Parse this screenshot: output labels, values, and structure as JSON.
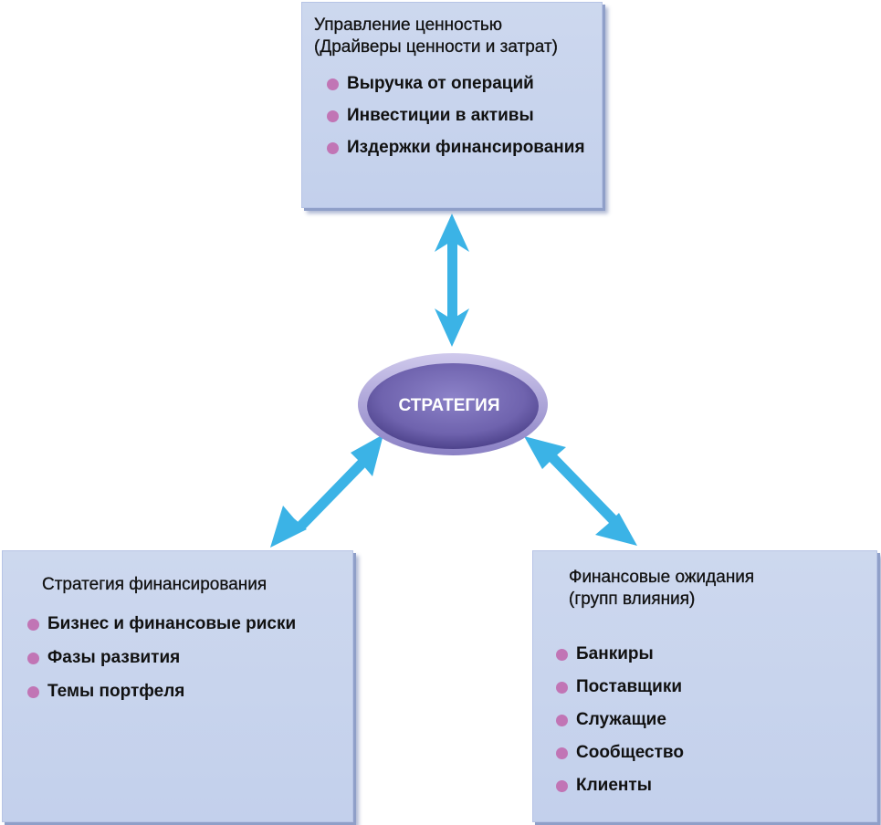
{
  "center": {
    "label": "СТРАТЕГИЯ"
  },
  "top_box": {
    "title": "Управление ценностью (Драйверы ценности и затрат)",
    "items": [
      "Выручка от операций",
      "Инвестиции в активы",
      "Издержки финансирования"
    ]
  },
  "left_box": {
    "title": "Стратегия финансирования",
    "items": [
      "Бизнес и финансовые риски",
      "Фазы развития",
      "Темы портфеля"
    ]
  },
  "right_box": {
    "title": "Финансовые ожидания (групп влияния)",
    "items": [
      "Банкиры",
      "Поставщики",
      "Служащие",
      "Сообщество",
      "Клиенты"
    ]
  },
  "colors": {
    "box_fill": "#c8d4ee",
    "bullet": "#c175b5",
    "arrow": "#3bb3e6",
    "oval": "#7a6fb8"
  }
}
